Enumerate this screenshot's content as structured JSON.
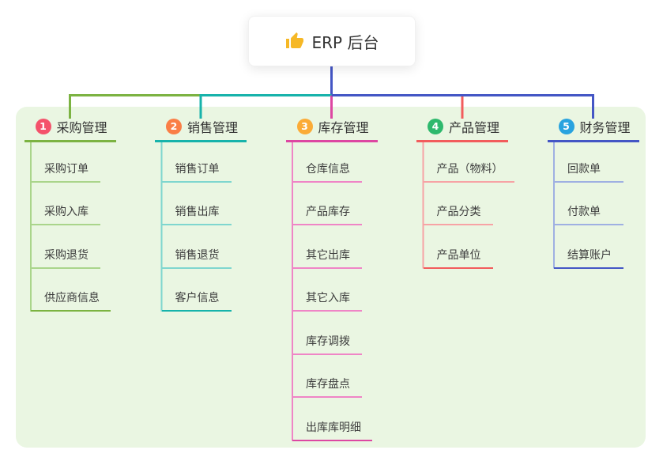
{
  "root": {
    "label": "ERP 后台",
    "icon": "thumbs-up-icon"
  },
  "branches": [
    {
      "index": "1",
      "label": "采购管理",
      "badge_color": "#f4526b",
      "line_color": "#7cb342",
      "child_line_color": "#aad58b",
      "children": [
        "采购订单",
        "采购入库",
        "采购退货",
        "供应商信息"
      ]
    },
    {
      "index": "2",
      "label": "销售管理",
      "badge_color": "#fa7e46",
      "line_color": "#17b3ab",
      "child_line_color": "#7fd6cf",
      "children": [
        "销售订单",
        "销售出库",
        "销售退货",
        "客户信息"
      ]
    },
    {
      "index": "3",
      "label": "库存管理",
      "badge_color": "#fbab36",
      "line_color": "#dd47a2",
      "child_line_color": "#ef85c6",
      "children": [
        "仓库信息",
        "产品库存",
        "其它出库",
        "其它入库",
        "库存调拨",
        "库存盘点",
        "出库库明细"
      ]
    },
    {
      "index": "4",
      "label": "产品管理",
      "badge_color": "#2eb96d",
      "line_color": "#f25c5c",
      "child_line_color": "#f7a3a5",
      "children": [
        "产品（物料）",
        "产品分类",
        "产品单位"
      ]
    },
    {
      "index": "5",
      "label": "财务管理",
      "badge_color": "#29a3df",
      "line_color": "#4456c5",
      "child_line_color": "#9fb0e2",
      "children": [
        "回款单",
        "付款单",
        "结算账户"
      ]
    }
  ],
  "colors": {
    "panel_bg": "#eaf6e2",
    "root_line": "#4456c5",
    "thumb_icon": "#f6b826",
    "title_text": "#333333",
    "child_text": "#3d3d3d"
  }
}
